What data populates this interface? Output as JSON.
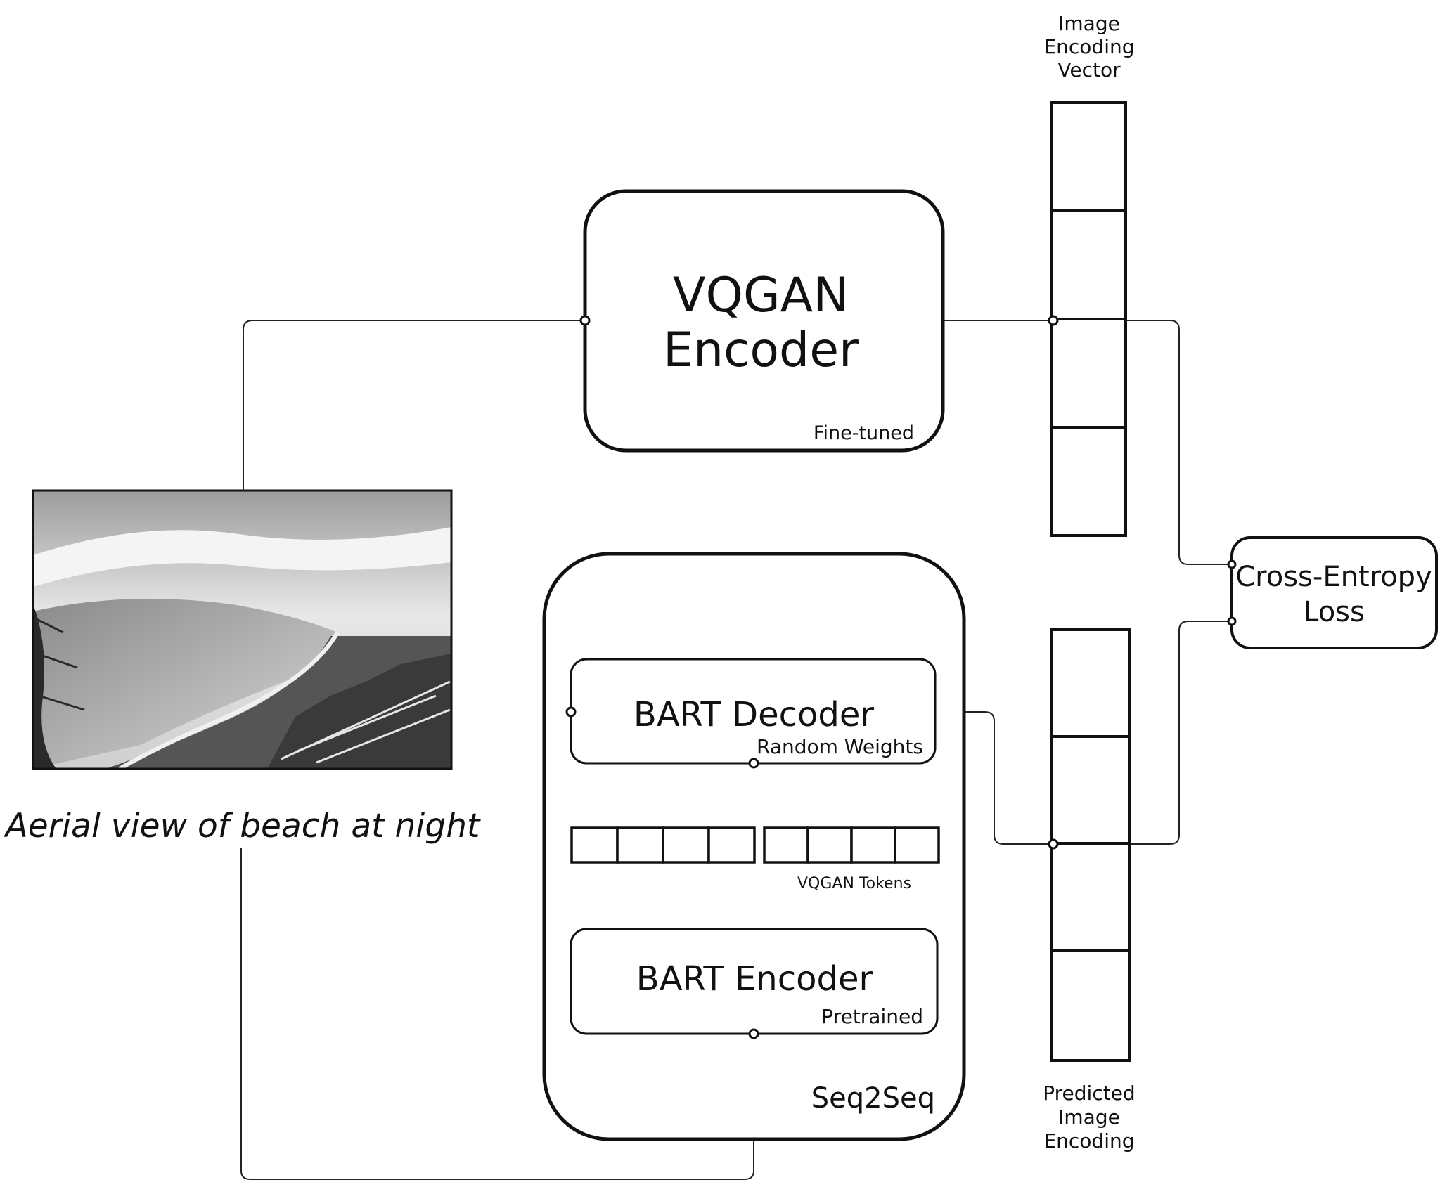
{
  "vqgan_encoder": {
    "title_line1": "VQGAN",
    "title_line2": "Encoder",
    "note": "Fine-tuned"
  },
  "image_encoding_vector": {
    "line1": "Image",
    "line2": "Encoding",
    "line3": "Vector"
  },
  "predicted_image_encoding": {
    "line1": "Predicted",
    "line2": "Image",
    "line3": "Encoding"
  },
  "loss": {
    "line1": "Cross-Entropy",
    "line2": "Loss"
  },
  "seq2seq": {
    "label": "Seq2Seq"
  },
  "bart_decoder": {
    "title": "BART Decoder",
    "note": "Random Weights"
  },
  "bart_encoder": {
    "title": "BART Encoder",
    "note": "Pretrained"
  },
  "tokens": {
    "label": "VQGAN Tokens",
    "group_sizes": [
      4,
      4
    ]
  },
  "input": {
    "caption": "Aerial view of beach at night",
    "image_alt": "aerial-beach-photo"
  },
  "vector_cells": 4
}
